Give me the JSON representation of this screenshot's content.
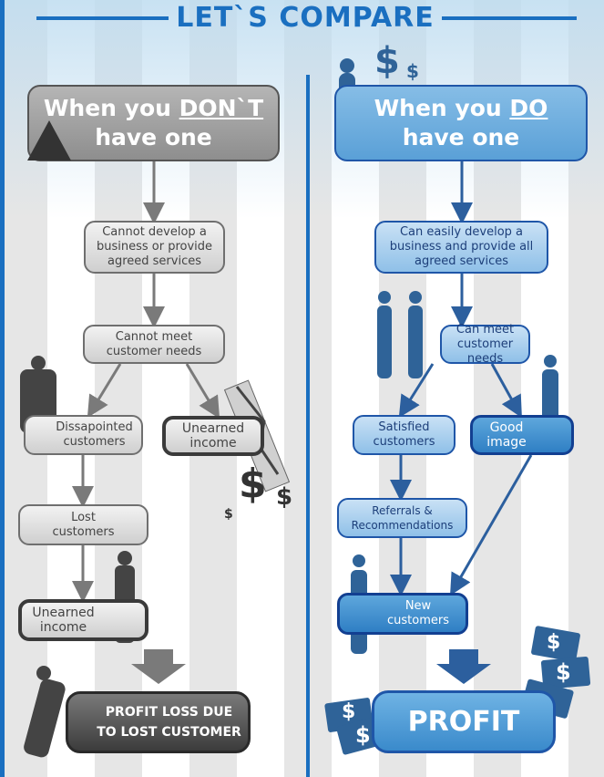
{
  "title": "LET`S COMPARE",
  "left": {
    "header": {
      "line1_pre": "When you ",
      "line1_em": "DON`T",
      "line2": "have one"
    },
    "nodes": [
      "Cannot develop a business or provide agreed services",
      "Cannot meet customer needs",
      "Dissapointed customers",
      "Unearned income",
      "Lost customers",
      "Unearned income"
    ],
    "result": "PROFIT LOSS DUE TO LOST CUSTOMER",
    "dollars": [
      "$",
      "$",
      "$"
    ]
  },
  "right": {
    "header": {
      "line1_pre": "When you ",
      "line1_em": "DO",
      "line2": "have one"
    },
    "nodes": [
      "Can easily develop a business and provide all agreed services",
      "Can meet customer needs",
      "Satisfied customers",
      "Good image",
      "Referrals & Recommendations",
      "New customers"
    ],
    "result": "PROFIT",
    "dollars": [
      "$",
      "$",
      "$",
      "$",
      "$",
      "$"
    ]
  },
  "colors": {
    "accent": "#1a6fc0",
    "gray": "#6f6f6f",
    "blue": "#1f56a8"
  }
}
